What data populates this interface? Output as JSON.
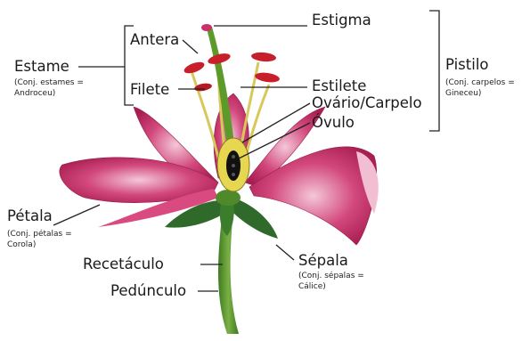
{
  "labels": {
    "estigma": "Estigma",
    "antera": "Antera",
    "estame": "Estame",
    "estame_note_1": "(Conj. estames =",
    "estame_note_2": "Androceu)",
    "filete": "Filete",
    "pistilo": "Pistilo",
    "pistilo_note_1": "(Conj. carpelos =",
    "pistilo_note_2": "Gineceu)",
    "estilete": "Estilete",
    "ovario": "Ovário/Carpelo",
    "ovulo": "Óvulo",
    "petala": "Pétala",
    "petala_note_1": "(Conj. pétalas =",
    "petala_note_2": "Corola)",
    "recetaculo": "Recetáculo",
    "sepala": "Sépala",
    "sepala_note_1": "(Conj. sépalas =",
    "sepala_note_2": "Cálice)",
    "pedunculo": "Pedúnculo"
  },
  "colors": {
    "petal": "#c8326a",
    "petal_light": "#f2bfd2",
    "stem": "#4f8a2a",
    "leaf": "#2f6a2a",
    "anther": "#c8202a",
    "filament": "#d8c85a",
    "ovary_wall": "#e6d650",
    "ovule": "#111111",
    "line": "#222222"
  }
}
